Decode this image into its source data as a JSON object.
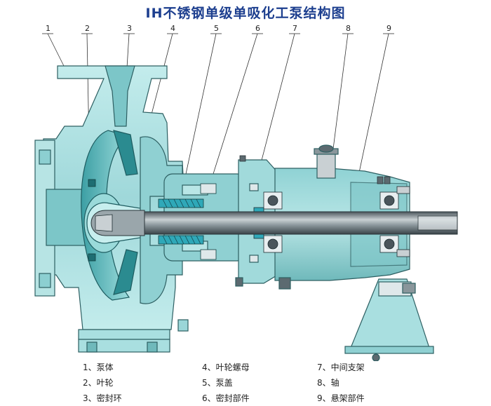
{
  "title": "IH不锈钢单级单吸化工泵结构图",
  "callouts": [
    "1",
    "2",
    "3",
    "4",
    "5",
    "6",
    "7",
    "8",
    "9"
  ],
  "legend": [
    {
      "text": "1、泵体"
    },
    {
      "text": "2、叶轮"
    },
    {
      "text": "3、密封环"
    },
    {
      "text": "4、叶轮螺母"
    },
    {
      "text": "5、泵盖"
    },
    {
      "text": "6、密封部件"
    },
    {
      "text": "7、中间支架"
    },
    {
      "text": "8、轴"
    },
    {
      "text": "9、悬架部件"
    }
  ],
  "colors": {
    "casing": "#a9dfe0",
    "casing_dark": "#6fb9bb",
    "shaft": "#5c6a70",
    "seal": "#2fa8b8",
    "title": "#1d3f8f"
  }
}
